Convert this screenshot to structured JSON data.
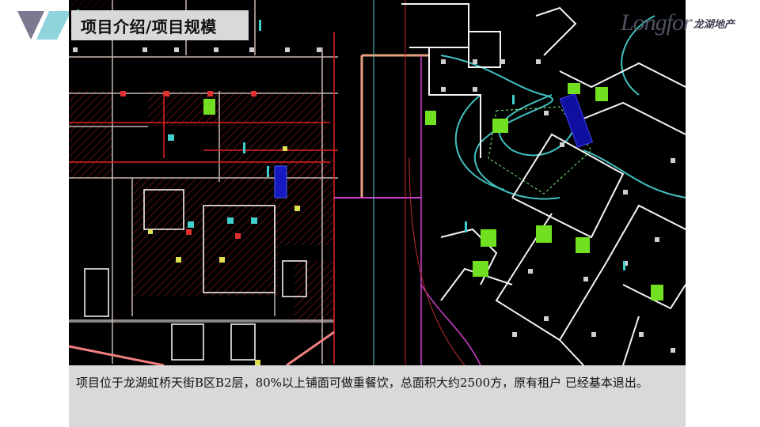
{
  "header": {
    "title": "项目介绍/项目规模",
    "brand_en": "Longfor",
    "brand_cn": "龙湖地产"
  },
  "slide": {
    "image_description": "CAD floor plan of B2 level (Longfor Hongqiao Tianjie Zone B)",
    "caption": "项目位于龙湖虹桥天街B区B2层，80%以上铺面可做重餐饮，总面积大约2500方，原有租户 已经基本退出。"
  },
  "colors": {
    "logo_dark": "#7c7890",
    "logo_light": "#8fd3dc",
    "title_bg": "#d9d9d9",
    "caption_bg": "#d9d9d9",
    "plan_bg": "#000000"
  }
}
